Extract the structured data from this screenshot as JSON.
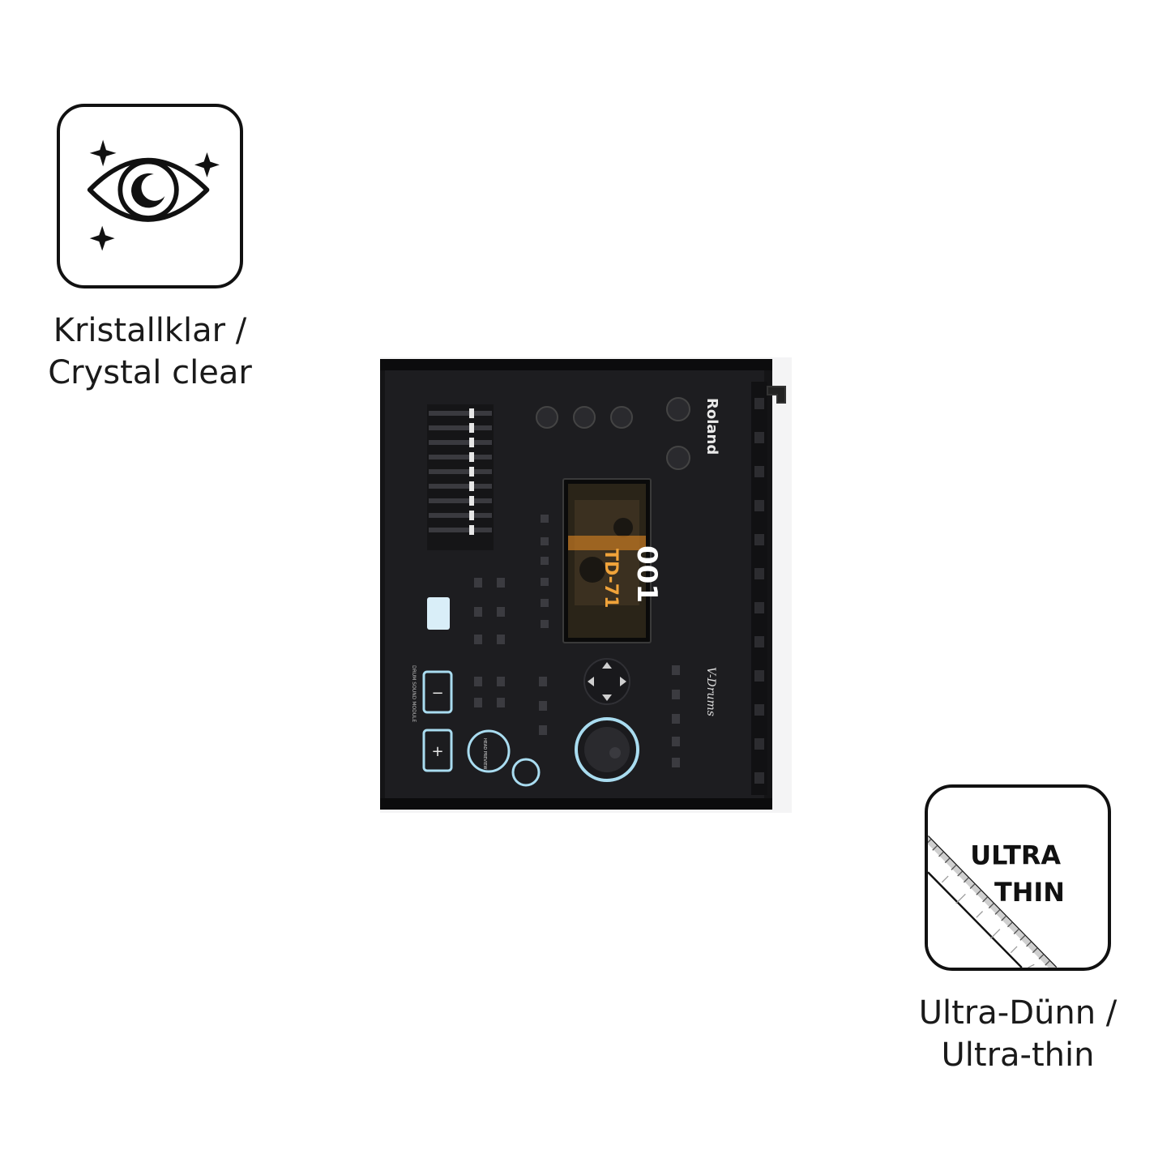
{
  "features": [
    {
      "icon": "crystal-clear-eye-icon",
      "caption_de": "Kristallklar /",
      "caption_en": "Crystal clear"
    },
    {
      "icon": "ultra-thin-ruler-icon",
      "badge_line_1": "ULTRA",
      "badge_line_2": "THIN",
      "caption_de": "Ultra-Dünn /",
      "caption_en": "Ultra-thin"
    }
  ],
  "product": {
    "brand": "Roland",
    "series": "V-Drums",
    "model_label": "DRUM SOUND MODULE",
    "screen_number": "001",
    "screen_kit": "TD-71",
    "minus_label": "−",
    "plus_label": "+",
    "head_preview_label": "HEAD PREVIEW",
    "colors": {
      "body": "#1b1b1d",
      "panel": "#232326",
      "accent_ring": "#a9dcf0",
      "screen_orange": "#e0902a"
    }
  }
}
